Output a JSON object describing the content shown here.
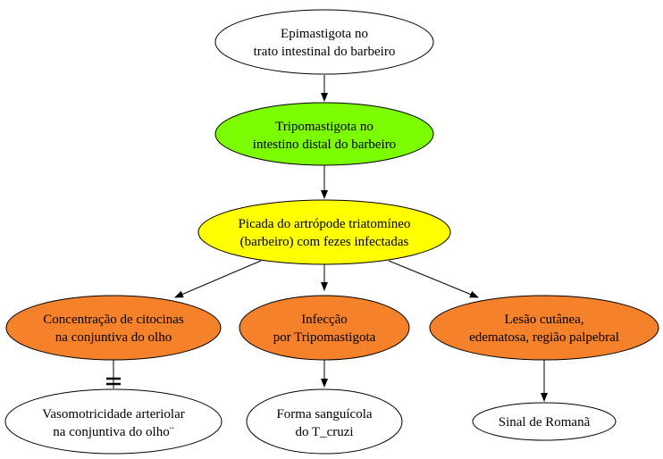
{
  "nodes": {
    "epimastigota": {
      "line1": "Epimastigota no",
      "line2": "trato intestinal do barbeiro",
      "fill": "#ffffff"
    },
    "tripomastigota": {
      "line1": "Tripomastigota no",
      "line2": "intestino distal do barbeiro",
      "fill": "#7cfc00"
    },
    "picada": {
      "line1": "Picada do artrópode triatomíneo",
      "line2": "(barbeiro) com fezes infectadas",
      "fill": "#ffff00"
    },
    "citocinas": {
      "line1": "Concentração de citocinas",
      "line2": "na conjuntiva do olho",
      "fill": "#f5812a"
    },
    "infeccao": {
      "line1": "Infecção",
      "line2": "por Tripomastigota",
      "fill": "#f5812a"
    },
    "lesao": {
      "line1": "Lesão cutânea,",
      "line2": "edematosa, região palpebral",
      "fill": "#f5812a"
    },
    "vasomotricidade": {
      "line1": "Vasomotricidade arteriolar",
      "line2": "na conjuntiva do olho¨",
      "fill": "#ffffff"
    },
    "forma": {
      "line1": "Forma sanguícola",
      "line2": "do T_cruzi",
      "fill": "#ffffff"
    },
    "romana": {
      "line1": "Sinal de Romanã",
      "fill": "#ffffff"
    }
  }
}
